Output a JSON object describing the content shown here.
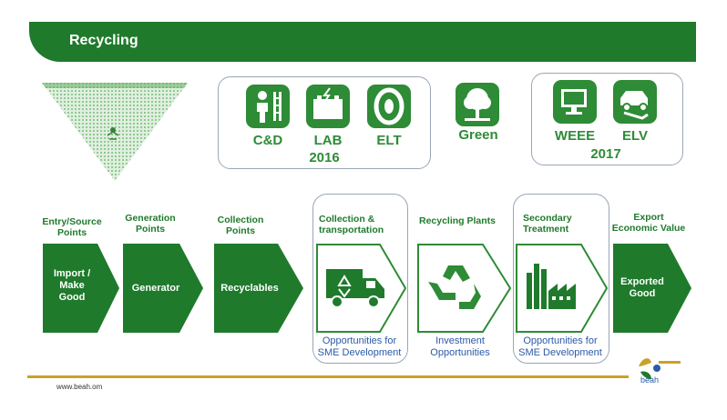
{
  "banner": {
    "title": "Recycling"
  },
  "groups": {
    "y2016": {
      "year": "2016",
      "items": [
        {
          "label": "C&D",
          "icon": "worker-icon"
        },
        {
          "label": "LAB",
          "icon": "battery-icon"
        },
        {
          "label": "ELT",
          "icon": "tire-icon"
        }
      ]
    },
    "green": {
      "label": "Green",
      "icon": "tree-icon"
    },
    "y2017": {
      "year": "2017",
      "items": [
        {
          "label": "WEEE",
          "icon": "monitor-icon"
        },
        {
          "label": "ELV",
          "icon": "car-icon"
        }
      ]
    }
  },
  "flow": [
    {
      "header": "Entry/Source\nPoints",
      "text": "Import /\nMake\nGood"
    },
    {
      "header": "Generation\nPoints",
      "text": "Generator"
    },
    {
      "header": "Collection\nPoints",
      "text": "Recyclables"
    },
    {
      "header": "Collection &\ntransportation",
      "icon": "truck-icon",
      "note": "Opportunities for\nSME Development"
    },
    {
      "header": "Recycling Plants",
      "icon": "recycle-icon",
      "note": "Investment\nOpportunities"
    },
    {
      "header": "Secondary\nTreatment",
      "icon": "factory-icon",
      "note": "Opportunities for\nSME Development"
    },
    {
      "header": "Export\nEconomic Value",
      "text": "Exported\nGood"
    }
  ],
  "footer": {
    "url": "www.beah.om",
    "logo_text": "beah"
  },
  "colors": {
    "green": "#2e8b36",
    "dark_green": "#1f7a2c",
    "gold": "#c9a227",
    "blue": "#2a5aa8"
  }
}
